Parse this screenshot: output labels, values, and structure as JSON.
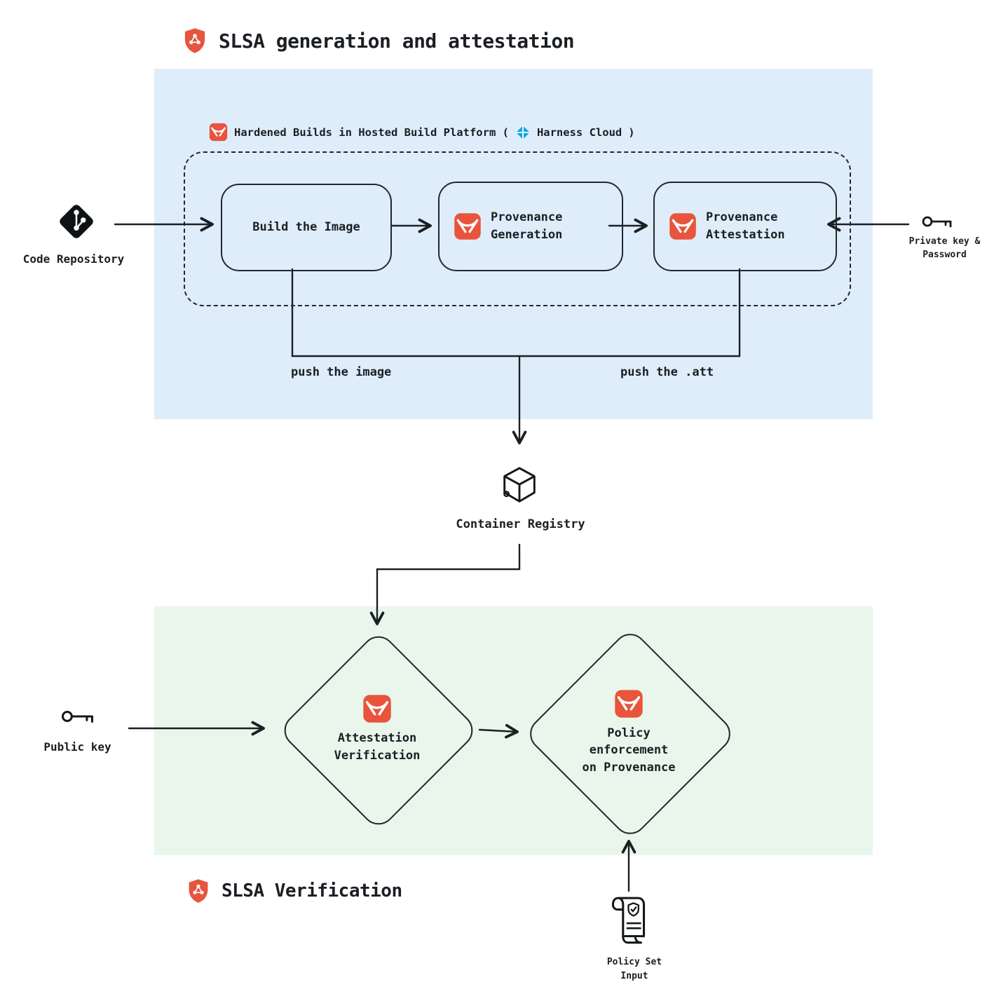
{
  "titles": {
    "generation": "SLSA generation and attestation",
    "verification": "SLSA Verification"
  },
  "generation_panel": {
    "platform_prefix": "Hardened Builds in Hosted Build Platform (",
    "platform_cloud": "Harness Cloud",
    "platform_suffix": ")",
    "nodes": {
      "build": "Build the Image",
      "provenance_generation": "Provenance\nGeneration",
      "provenance_attestation": "Provenance\nAttestation"
    },
    "push_image_label": "push the image",
    "push_att_label": "push the .att"
  },
  "external": {
    "code_repository": "Code Repository",
    "private_key": "Private key &\nPassword",
    "public_key": "Public key",
    "container_registry": "Container Registry",
    "policy_set_input": "Policy Set\nInput"
  },
  "verification_panel": {
    "attestation_verification": "Attestation\nVerification",
    "policy_enforcement": "Policy\nenforcement\non Provenance"
  },
  "colors": {
    "accent_orange": "#E8543C",
    "harness_blue": "#0BA7E8",
    "panel_blue": "#DFEDFB",
    "panel_green": "#E9F6EC",
    "ink": "#1B1F23"
  }
}
